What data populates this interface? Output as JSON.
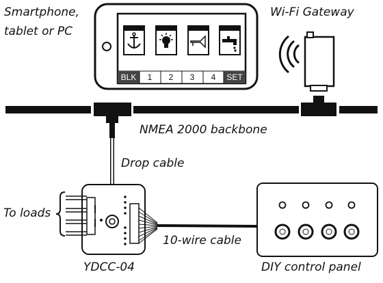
{
  "labels": {
    "smartphone_line1": "Smartphone,",
    "smartphone_line2": "tablet or PC",
    "gateway": "Wi-Fi Gateway",
    "backbone": "NMEA 2000 backbone",
    "drop_cable": "Drop cable",
    "to_loads": "To loads",
    "ten_wire": "10-wire cable",
    "ydcc": "YDCC-04",
    "diy_panel": "DIY control panel"
  },
  "phone_tabs": [
    "BLK",
    "1",
    "2",
    "3",
    "4",
    "SET"
  ],
  "phone_icons": [
    "anchor-icon",
    "bulb-icon",
    "horn-icon",
    "tap-icon"
  ],
  "colors": {
    "ink": "#111111",
    "tab_dark": "#444444",
    "background": "#ffffff"
  }
}
